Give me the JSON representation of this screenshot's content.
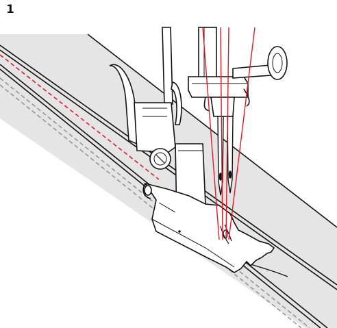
{
  "figure": {
    "step_number": "1"
  },
  "colors": {
    "fabric_fill": "#e5e5e5",
    "outline": "#111111",
    "metal_fill": "#ffffff",
    "thread_red": "#e11a22",
    "stitch_gray": "#8a8a8a",
    "background": "#ffffff"
  },
  "icons": {
    "presser_foot": "sewing-presser-foot",
    "needles": "twin-needle"
  }
}
